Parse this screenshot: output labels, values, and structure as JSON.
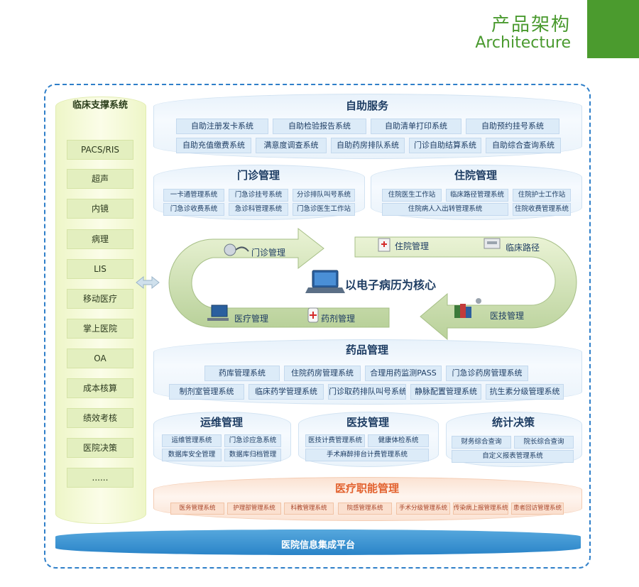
{
  "header": {
    "title": "产品架构",
    "subtitle": "Architecture"
  },
  "left_column": {
    "title": "临床支撑系统",
    "items": [
      "PACS/RIS",
      "超声",
      "内镜",
      "病理",
      "LIS",
      "移动医疗",
      "掌上医院",
      "OA",
      "成本核算",
      "绩效考核",
      "医院决策",
      "......"
    ]
  },
  "self_service": {
    "title": "自助服务",
    "row1": [
      "自助注册发卡系统",
      "自助检验报告系统",
      "自助清单打印系统",
      "自助预约挂号系统"
    ],
    "row2": [
      "自助充值缴费系统",
      "满意度调查系统",
      "自助药房排队系统",
      "门诊自助结算系统",
      "自助综合查询系统"
    ]
  },
  "outpatient": {
    "title": "门诊管理",
    "row1": [
      "一卡通管理系统",
      "门急诊挂号系统",
      "分诊排队叫号系统"
    ],
    "row2": [
      "门急诊收费系统",
      "急诊科管理系统",
      "门急诊医生工作站"
    ]
  },
  "inpatient": {
    "title": "住院管理",
    "row1": [
      "住院医生工作站",
      "临床路径管理系统",
      "住院护士工作站"
    ],
    "row2": [
      "住院病人入出转管理系统",
      "住院收费管理系统"
    ]
  },
  "cycle": {
    "core": "以电子病历为核心",
    "labels": {
      "outpatient": "门诊管理",
      "inpatient": "住院管理",
      "pathway": "临床路径",
      "medtech": "医技管理",
      "medical": "医疗管理",
      "pharmacy": "药剂管理"
    }
  },
  "drug": {
    "title": "药品管理",
    "row1": [
      "药库管理系统",
      "住院药房管理系统",
      "合理用药监测PASS",
      "门急诊药房管理系统"
    ],
    "row2": [
      "制剂室管理系统",
      "临床药学管理系统",
      "门诊取药排队叫号系统",
      "静脉配置管理系统",
      "抗生素分级管理系统"
    ]
  },
  "ops": {
    "title": "运维管理",
    "row1": [
      "运维管理系统",
      "门急诊应急系统"
    ],
    "row2": [
      "数据库安全管理",
      "数据库归档管理"
    ]
  },
  "medtech": {
    "title": "医技管理",
    "row1": [
      "医技计费管理系统",
      "健康体检系统"
    ],
    "row2": [
      "手术麻醉排台计费管理系统"
    ]
  },
  "stats": {
    "title": "统计决策",
    "row1": [
      "财务综合查询",
      "院长综合查询"
    ],
    "row2": [
      "自定义报表管理系统"
    ]
  },
  "functional": {
    "title": "医疗职能管理",
    "items": [
      "医务管理系统",
      "护理部管理系统",
      "科教管理系统",
      "院感管理系统",
      "手术分级管理系统",
      "传染病上报管理系统",
      "患者回访管理系统"
    ]
  },
  "platform": {
    "label": "医院信息集成平台"
  },
  "colors": {
    "brand_green": "#4b9b2e",
    "frame_blue": "#2f7fc9",
    "platform_blue": "#2a84c8",
    "functional_orange": "#e2622f"
  }
}
